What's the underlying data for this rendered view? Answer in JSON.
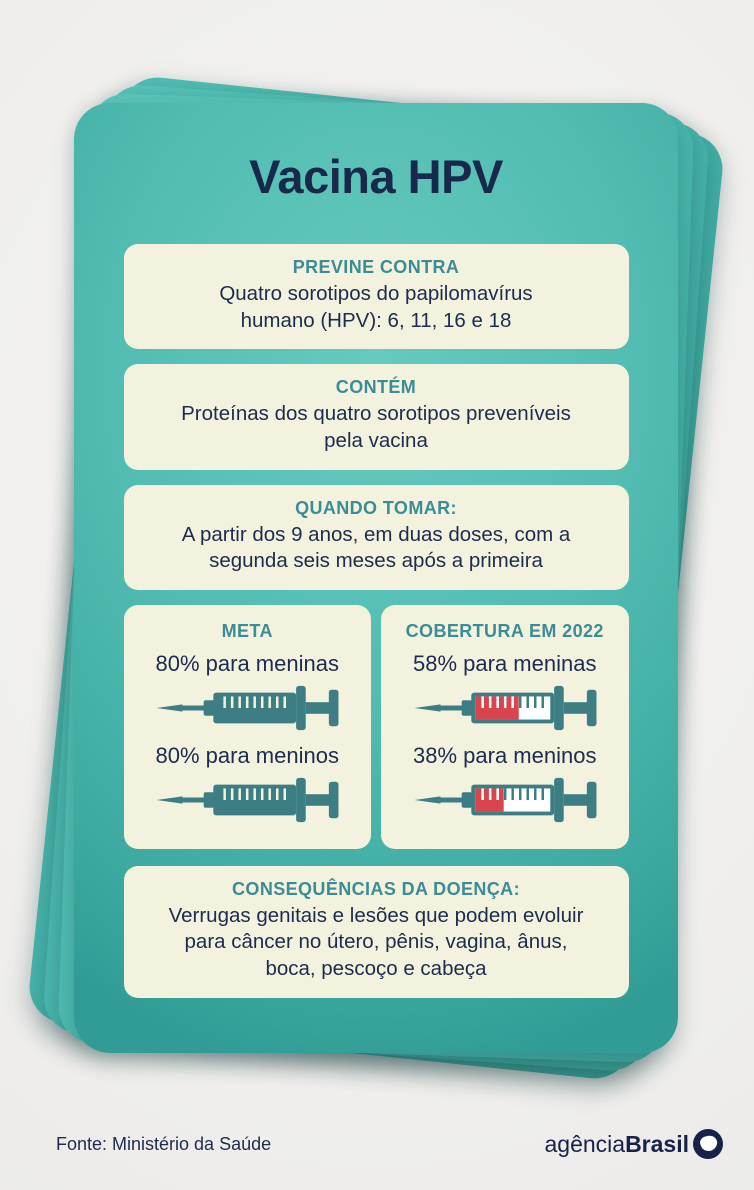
{
  "card": {
    "title": "Vacina HPV"
  },
  "boxes": [
    {
      "heading": "PREVINE CONTRA",
      "body": "Quatro sorotipos do papilomavírus\nhumano (HPV):  6, 11, 16 e 18"
    },
    {
      "heading": "CONTÉM",
      "body": "Proteínas dos quatro sorotipos preveníveis\npela vacina"
    },
    {
      "heading": "QUANDO TOMAR:",
      "body": "A partir dos 9 anos, em duas doses, com a\nsegunda seis meses após a primeira"
    }
  ],
  "meta": {
    "heading": "META",
    "items": [
      {
        "label": "80% para meninas",
        "value_percent": 80,
        "fill_percent": 100,
        "variant": "solid"
      },
      {
        "label": "80% para meninos",
        "value_percent": 80,
        "fill_percent": 100,
        "variant": "solid"
      }
    ]
  },
  "coverage": {
    "heading": "COBERTURA EM 2022",
    "items": [
      {
        "label": "58% para meninas",
        "value_percent": 58,
        "fill_percent": 58,
        "variant": "partial"
      },
      {
        "label": "38% para meninos",
        "value_percent": 38,
        "fill_percent": 38,
        "variant": "partial"
      }
    ]
  },
  "consequences": {
    "heading": "CONSEQUÊNCIAS DA DOENÇA:",
    "body": "Verrugas genitais e lesões que podem evoluir\npara câncer no útero, pênis, vagina, ânus,\nboca, pescoço e cabeça"
  },
  "footer": {
    "source": "Fonte: Ministério da Saúde",
    "logo_regular": "agência",
    "logo_bold": "Brasil"
  },
  "colors": {
    "card_teal_light": "#66cabe",
    "card_teal_dark": "#319c95",
    "box_cream": "#f3f2de",
    "heading_teal": "#3c8c96",
    "text_navy": "#1d2c4e",
    "syringe_teal": "#3d7e85",
    "coverage_red": "#d8454d",
    "logo_navy": "#16224a"
  }
}
